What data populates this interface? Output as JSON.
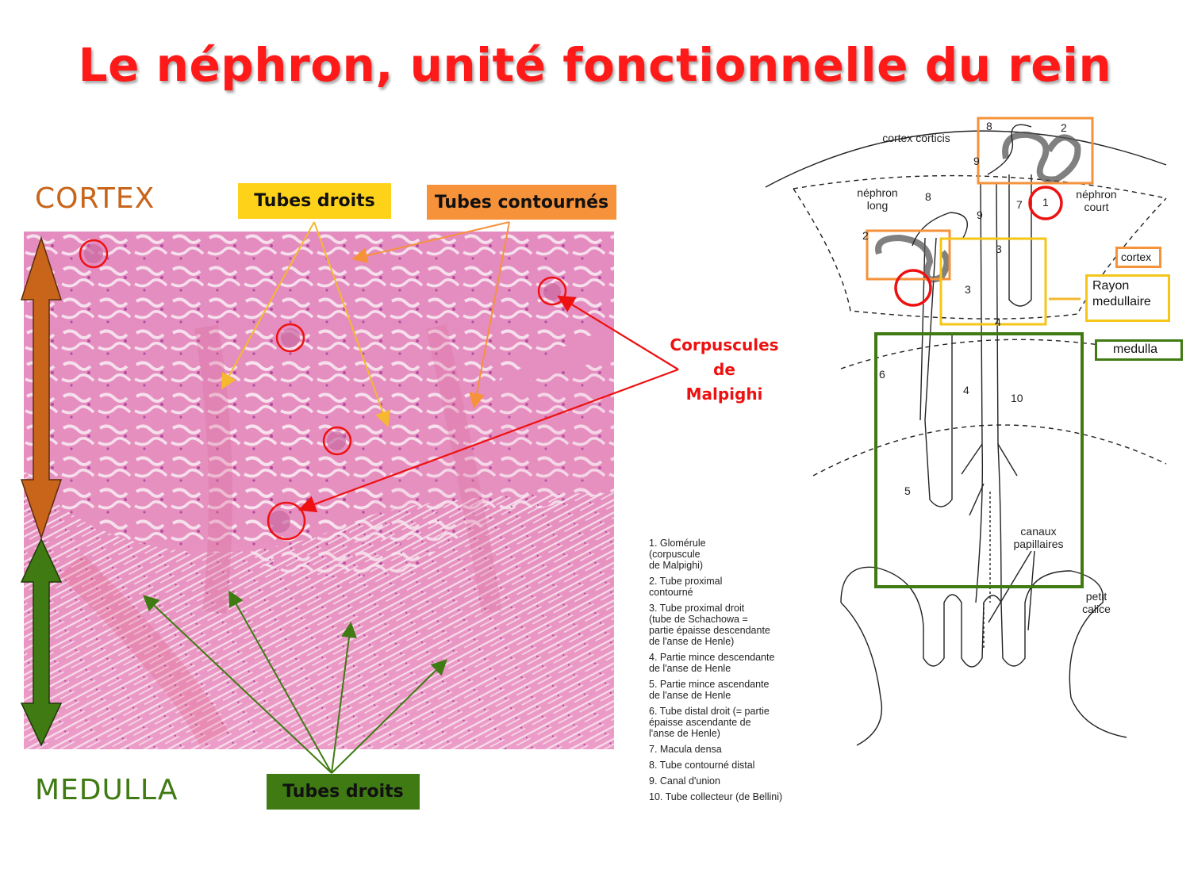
{
  "title": "Le néphron, unité fonctionnelle du rein",
  "labels": {
    "cortex": "CORTEX",
    "medulla": "MEDULLA",
    "tubes_droits_top": "Tubes droits",
    "tubes_contournes": "Tubes contournés",
    "tubes_droits_bottom": "Tubes droits",
    "corpuscules": [
      "Corpuscules",
      "de",
      "Malpighi"
    ]
  },
  "schema": {
    "cortex_corticis": "cortex corticis",
    "nephron_long": [
      "néphron",
      "long"
    ],
    "nephron_court": [
      "néphron",
      "court"
    ],
    "canaux_papillaires": [
      "canaux",
      "papillaires"
    ],
    "petit_calice": [
      "petit",
      "calice"
    ],
    "numbers": [
      "8",
      "2",
      "9",
      "7",
      "1",
      "8",
      "9",
      "2",
      "3",
      "3",
      "4",
      "6",
      "4",
      "10",
      "5"
    ],
    "tags": {
      "cortex": "cortex",
      "rayon": "Rayon medullaire",
      "medulla": "medulla"
    }
  },
  "legend": [
    "1. Glomérule\n    (corpuscule\n    de Malpighi)",
    "2. Tube proximal\n    contourné",
    "3. Tube proximal droit\n    (tube de Schachowa =\n    partie épaisse descendante\n    de l'anse de Henle)",
    "4. Partie mince descendante\n    de l'anse de Henle",
    "5. Partie mince ascendante\n    de l'anse de Henle",
    "6. Tube distal droit (= partie\n    épaisse ascendante de\n    l'anse de Henle)",
    "7. Macula densa",
    "8. Tube contourné distal",
    "9. Canal d'union",
    "10. Tube collecteur (de Bellini)"
  ],
  "colors": {
    "title_red": "#ff1a1a",
    "cortex_brown": "#c8651b",
    "medulla_green": "#3f7a13",
    "tubes_droits_yellow": "#ffd21a",
    "tubes_contournes_orange": "#f6923a",
    "highlight_red": "#ee1111",
    "tissue_pink": "#e58fc0"
  }
}
